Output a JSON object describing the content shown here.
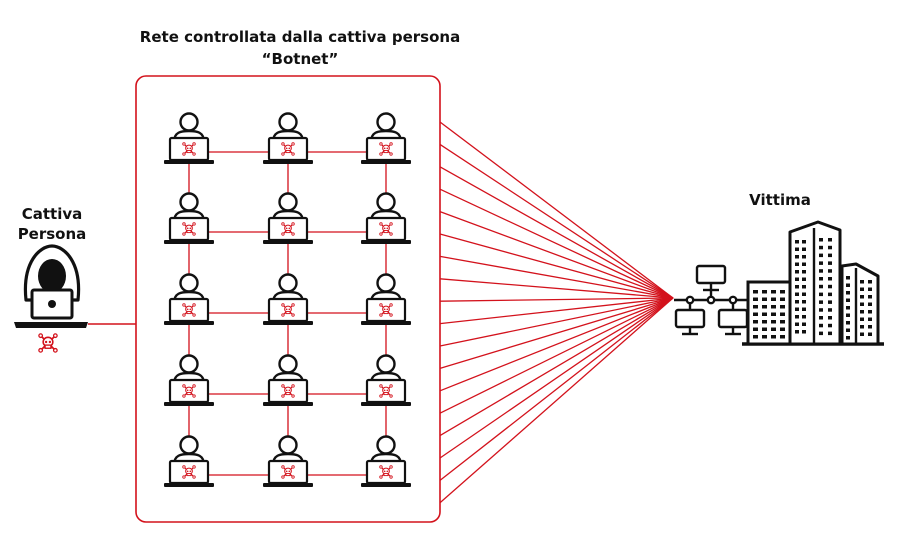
{
  "botnet": {
    "title_line1": "Rete controllata dalla cattiva persona",
    "title_line2": "“Botnet”",
    "rows": 5,
    "cols": 3
  },
  "attacker": {
    "label_line1": "Cattiva",
    "label_line2": "Persona",
    "icon": "hooded-hacker-icon"
  },
  "victim": {
    "label": "Vittima",
    "icons": [
      "network-icon",
      "office-buildings-icon"
    ]
  },
  "colors": {
    "accent": "#d3121c",
    "ink": "#111111",
    "background": "#ffffff"
  }
}
